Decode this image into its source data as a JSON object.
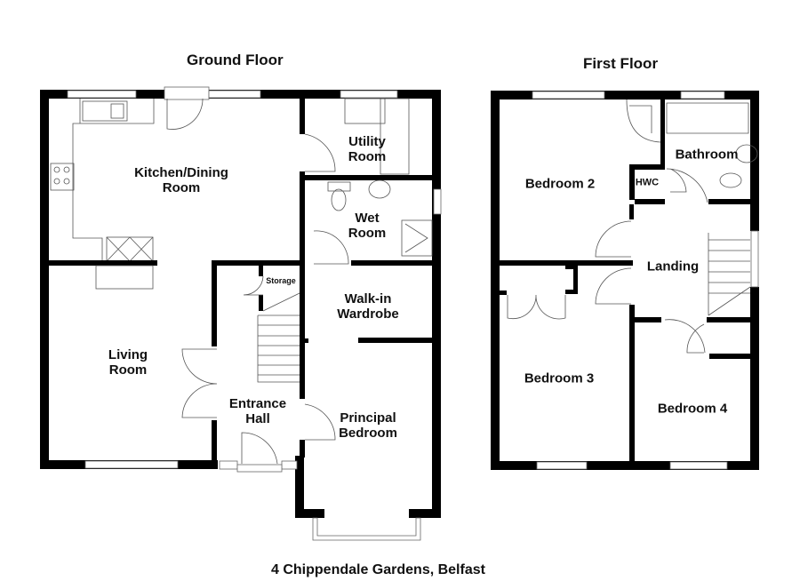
{
  "floors": [
    {
      "title": "Ground Floor",
      "rooms": [
        {
          "name": "Kitchen/Dining\nRoom"
        },
        {
          "name": "Utility\nRoom"
        },
        {
          "name": "Wet\nRoom"
        },
        {
          "name": "Storage"
        },
        {
          "name": "Walk-in\nWardrobe"
        },
        {
          "name": "Living\nRoom"
        },
        {
          "name": "Entrance\nHall"
        },
        {
          "name": "Principal\nBedroom"
        }
      ]
    },
    {
      "title": "First Floor",
      "rooms": [
        {
          "name": "Bedroom 2"
        },
        {
          "name": "HWC"
        },
        {
          "name": "Bathroom"
        },
        {
          "name": "Landing"
        },
        {
          "name": "Bedroom 3"
        },
        {
          "name": "Bedroom 4"
        }
      ]
    }
  ],
  "address": "4 Chippendale Gardens, Belfast",
  "colors": {
    "walls": "#000000",
    "fixtures": "#555555",
    "background": "#ffffff"
  }
}
